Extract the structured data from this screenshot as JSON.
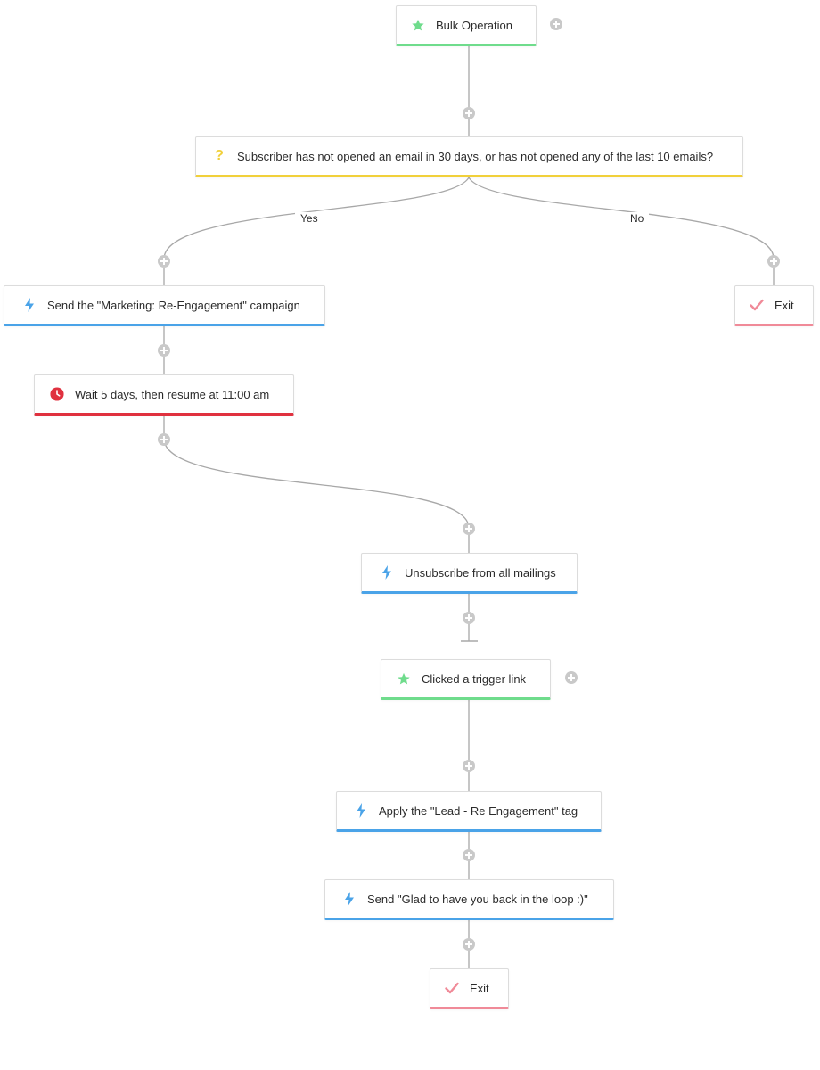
{
  "nodes": {
    "bulk": {
      "label": "Bulk Operation"
    },
    "condition": {
      "label": "Subscriber has not opened an email in 30 days, or has not opened any of the last 10 emails?"
    },
    "yes_label": "Yes",
    "no_label": "No",
    "send_campaign": {
      "label": "Send the \"Marketing: Re-Engagement\" campaign"
    },
    "exit_no": {
      "label": "Exit"
    },
    "wait": {
      "label": "Wait 5 days, then resume at 11:00 am"
    },
    "unsubscribe": {
      "label": "Unsubscribe from all mailings"
    },
    "clicked": {
      "label": "Clicked a trigger link"
    },
    "apply_tag": {
      "label": "Apply the \"Lead - Re Engagement\" tag"
    },
    "send_glad": {
      "label": "Send \"Glad to have you back in the loop :)\""
    },
    "exit_end": {
      "label": "Exit"
    }
  },
  "colors": {
    "trigger": "#6fdc8c",
    "condition": "#f1d03a",
    "action": "#4aa3e8",
    "wait": "#e0313f",
    "exit": "#f08a98",
    "connector": "#a8a8a8",
    "plus": "#c9c9c9"
  },
  "icons": {
    "trigger": "star-icon",
    "condition": "question-icon",
    "action": "lightning-icon",
    "wait": "clock-icon",
    "exit": "check-icon"
  }
}
